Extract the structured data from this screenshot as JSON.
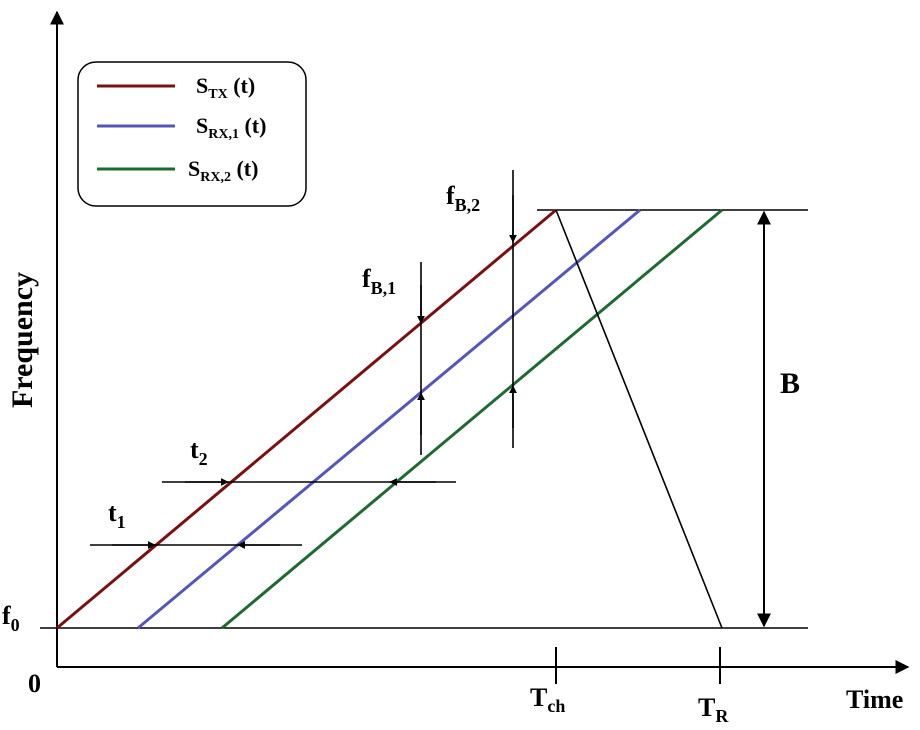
{
  "axes": {
    "x_label": "Time",
    "y_label": "Frequency",
    "origin_label": "0"
  },
  "legend": {
    "entries": [
      {
        "main": "S",
        "sub": "TX",
        "suffix": " (t)",
        "color": "#7a1010"
      },
      {
        "main": "S",
        "sub": "RX,1",
        "suffix": " (t)",
        "color": "#5555bb"
      },
      {
        "main": "S",
        "sub": "RX,2",
        "suffix": " (t)",
        "color": "#1e6a30"
      }
    ]
  },
  "labels": {
    "f0": {
      "main": "f",
      "sub": "0"
    },
    "t1": {
      "main": "t",
      "sub": "1"
    },
    "t2": {
      "main": "t",
      "sub": "2"
    },
    "fB1": {
      "main": "f",
      "sub": "B,1"
    },
    "fB2": {
      "main": "f",
      "sub": "B,2"
    },
    "B": "B",
    "Tch": {
      "main": "T",
      "sub": "ch"
    },
    "TR": {
      "main": "T",
      "sub": "R"
    }
  },
  "colors": {
    "tx": "#7a1010",
    "rx1": "#5555bb",
    "rx2": "#1e6a30",
    "ink": "#000000"
  }
}
